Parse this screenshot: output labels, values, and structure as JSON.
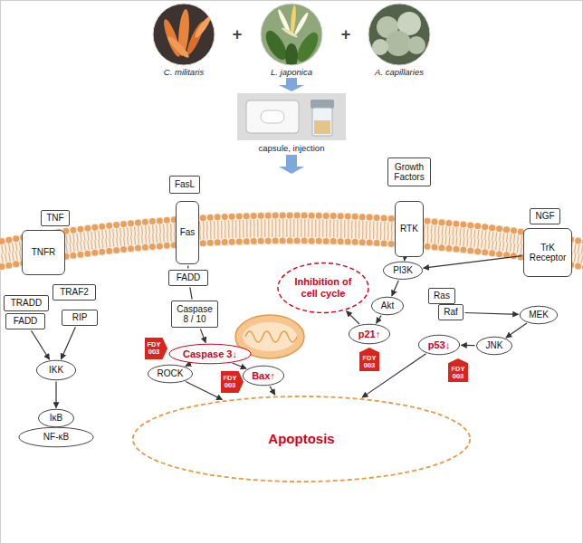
{
  "diagram": {
    "nodes": [
      {
        "text": [
          "TNF"
        ]
      },
      {
        "text": [
          "TNFR"
        ]
      },
      {
        "text": [
          "FasL"
        ]
      },
      {
        "text": [
          "Fas"
        ]
      },
      {
        "text": [
          "Growth Factors"
        ]
      },
      {
        "text": [
          "RTK"
        ]
      },
      {
        "text": [
          "NGF"
        ]
      },
      {
        "text": [
          "TrK Receptor"
        ]
      },
      {
        "text": [
          "TRAF2"
        ]
      },
      {
        "text": [
          "TRADD"
        ]
      },
      {
        "text": [
          "FADD"
        ]
      },
      {
        "text": [
          "RIP"
        ]
      },
      {
        "text": [
          "FADD"
        ]
      },
      {
        "text": [
          "PI3K"
        ]
      },
      {
        "text": [
          "Inhibition of cell cycle"
        ]
      },
      {
        "text": [
          "Ras"
        ]
      },
      {
        "text": [
          "Raf"
        ]
      },
      {
        "text": [
          "Akt"
        ]
      },
      {
        "text": [
          "Caspase 8 / 10"
        ]
      },
      {
        "text": [
          "MEK"
        ]
      },
      {
        "text": [
          "p21↑"
        ]
      },
      {
        "text": [
          "FDY 003"
        ]
      },
      {
        "text": [
          "Caspase 3↓"
        ]
      },
      {
        "text": [
          "p53↓"
        ]
      },
      {
        "text": [
          "JNK"
        ]
      },
      {
        "text": [
          "FDY 003"
        ]
      },
      {
        "text": [
          "ROCK"
        ]
      },
      {
        "text": [
          "FDY 003"
        ]
      },
      {
        "text": [
          "Bax↑"
        ]
      },
      {
        "text": [
          "FDY 003"
        ]
      },
      {
        "text": [
          "IKK"
        ]
      },
      {
        "text": [
          "IκB"
        ]
      },
      {
        "text": [
          "NF-κB"
        ]
      },
      {
        "text": [
          "Apoptosis"
        ]
      }
    ],
    "edges": [
      {
        "from": 10,
        "to": 30,
        "arrow": "to"
      },
      {
        "from": 11,
        "to": 30,
        "arrow": "to"
      },
      {
        "from": 30,
        "to": 31,
        "arrow": "to"
      },
      {
        "from": 3,
        "to": 12,
        "arrow": "none"
      },
      {
        "from": 12,
        "to": 18,
        "arrow": "none"
      },
      {
        "from": 18,
        "to": 22,
        "arrow": "to"
      },
      {
        "from": 22,
        "to": 26,
        "arrow": "to"
      },
      {
        "from": 22,
        "to": 28,
        "arrow": "to"
      },
      {
        "from": 26,
        "to": 33,
        "arrow": "to"
      },
      {
        "from": 28,
        "to": 33,
        "arrow": "to"
      },
      {
        "from": 5,
        "to": 13,
        "arrow": "to"
      },
      {
        "from": 7,
        "to": 13,
        "arrow": "to"
      },
      {
        "from": 13,
        "to": 17,
        "arrow": "to"
      },
      {
        "from": 17,
        "to": 20,
        "arrow": "to"
      },
      {
        "from": 20,
        "to": 14,
        "arrow": "to"
      },
      {
        "from": 16,
        "to": 19,
        "arrow": "to"
      },
      {
        "from": 19,
        "to": 24,
        "arrow": "to"
      },
      {
        "from": 24,
        "to": 23,
        "arrow": "to"
      },
      {
        "from": 23,
        "to": 33,
        "arrow": "to"
      }
    ],
    "labels": [
      "C. militaris",
      "+",
      "L. japonica",
      "+",
      "A. capillaries",
      "capsule, injection"
    ]
  }
}
